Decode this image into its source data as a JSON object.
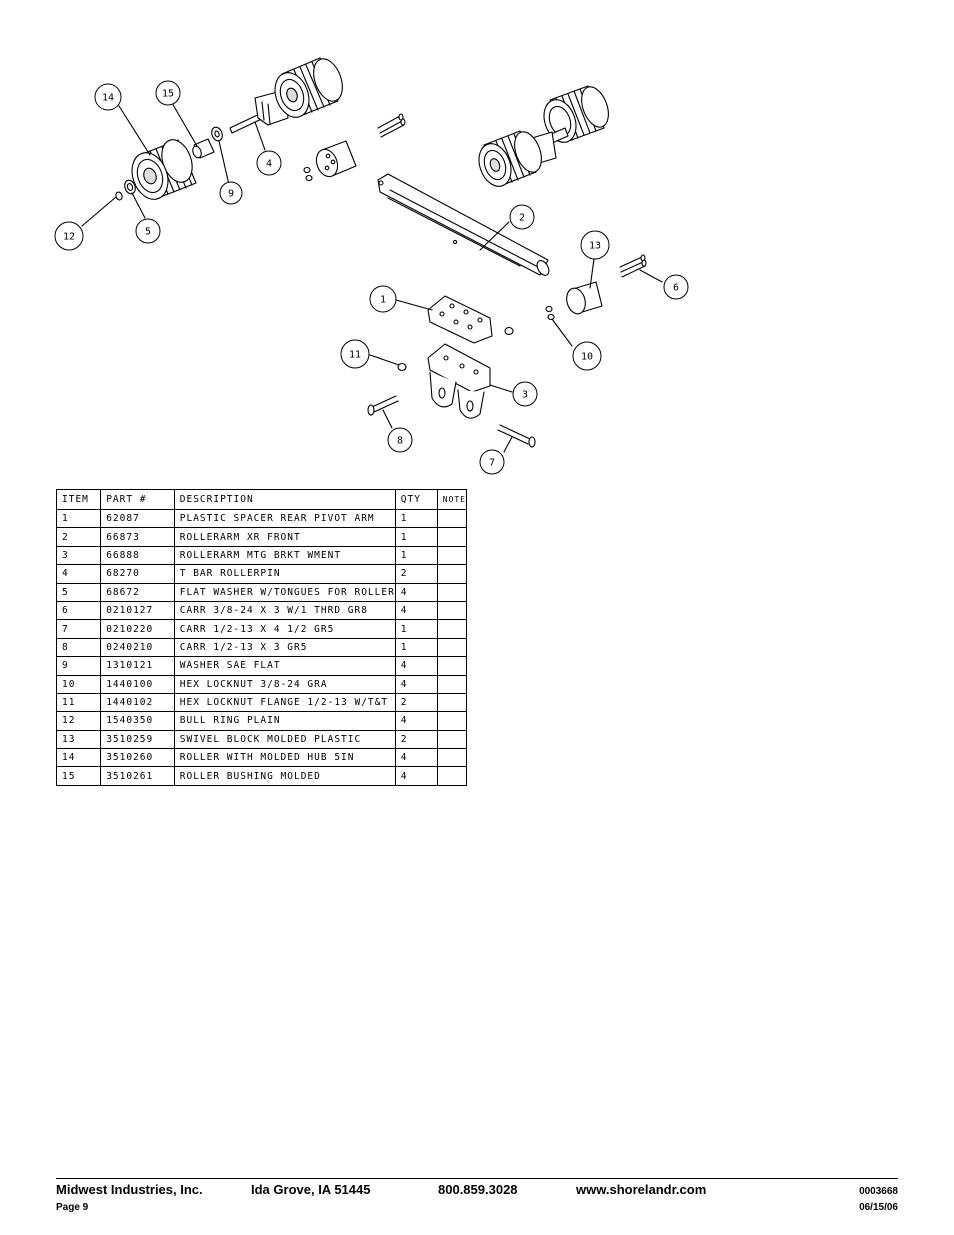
{
  "diagram": {
    "callouts": [
      "14",
      "15",
      "4",
      "9",
      "12",
      "5",
      "2",
      "13",
      "6",
      "1",
      "10",
      "11",
      "3",
      "8",
      "7"
    ]
  },
  "table": {
    "headers": {
      "item": "ITEM",
      "part": "PART #",
      "description": "DESCRIPTION",
      "qty": "QTY",
      "note": "NOTE"
    },
    "rows": [
      {
        "item": "1",
        "part": "62087",
        "description": "PLASTIC SPACER REAR PIVOT ARM",
        "qty": "1",
        "note": ""
      },
      {
        "item": "2",
        "part": "66873",
        "description": "ROLLERARM XR FRONT",
        "qty": "1",
        "note": ""
      },
      {
        "item": "3",
        "part": "66888",
        "description": "ROLLERARM MTG BRKT WMENT",
        "qty": "1",
        "note": ""
      },
      {
        "item": "4",
        "part": "68270",
        "description": "T BAR ROLLERPIN",
        "qty": "2",
        "note": ""
      },
      {
        "item": "5",
        "part": "68672",
        "description": "FLAT WASHER W/TONGUES FOR ROLLER",
        "qty": "4",
        "note": ""
      },
      {
        "item": "6",
        "part": "0210127",
        "description": "CARR 3/8-24 X 3 W/1 THRD GR8",
        "qty": "4",
        "note": ""
      },
      {
        "item": "7",
        "part": "0210220",
        "description": "CARR 1/2-13 X 4 1/2 GR5",
        "qty": "1",
        "note": ""
      },
      {
        "item": "8",
        "part": "0240210",
        "description": "CARR 1/2-13 X 3 GR5",
        "qty": "1",
        "note": ""
      },
      {
        "item": "9",
        "part": "1310121",
        "description": "WASHER SAE FLAT",
        "qty": "4",
        "note": ""
      },
      {
        "item": "10",
        "part": "1440100",
        "description": "HEX LOCKNUT 3/8-24 GRA",
        "qty": "4",
        "note": ""
      },
      {
        "item": "11",
        "part": "1440102",
        "description": "HEX LOCKNUT FLANGE 1/2-13 W/T&T",
        "qty": "2",
        "note": ""
      },
      {
        "item": "12",
        "part": "1540350",
        "description": "BULL RING PLAIN",
        "qty": "4",
        "note": ""
      },
      {
        "item": "13",
        "part": "3510259",
        "description": "SWIVEL BLOCK MOLDED PLASTIC",
        "qty": "2",
        "note": ""
      },
      {
        "item": "14",
        "part": "3510260",
        "description": "ROLLER WITH MOLDED HUB  5IN",
        "qty": "4",
        "note": ""
      },
      {
        "item": "15",
        "part": "3510261",
        "description": "ROLLER BUSHING MOLDED",
        "qty": "4",
        "note": ""
      }
    ]
  },
  "footer": {
    "company": "Midwest Industries, Inc.",
    "city": "Ida Grove, IA  51445",
    "phone": "800.859.3028",
    "website": "www.shorelandr.com",
    "doc_number": "0003668",
    "page": "Page 9",
    "date": "06/15/06"
  }
}
